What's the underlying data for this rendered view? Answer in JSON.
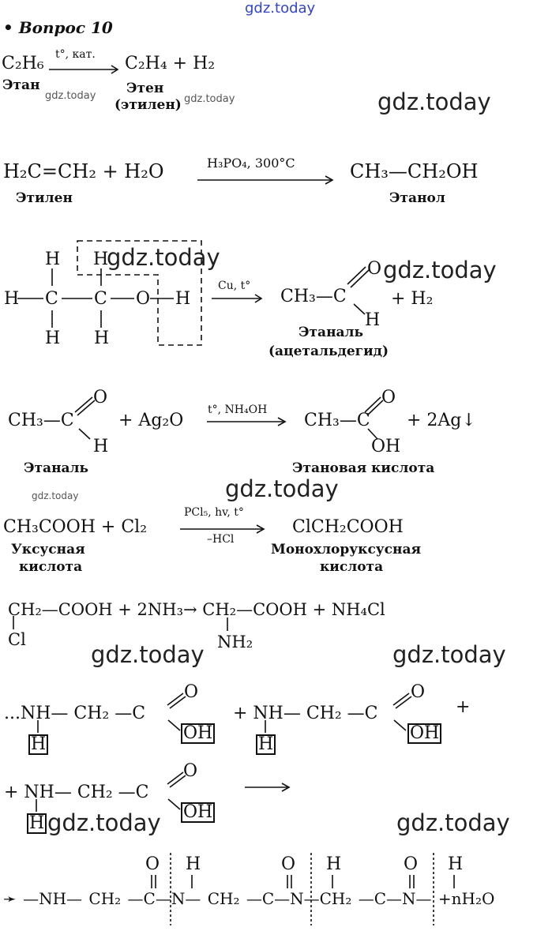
{
  "watermark": "gdz.today",
  "title": "• Вопрос 10",
  "eq1": {
    "reactant": "C₂H₆",
    "cond": "t°, кат.",
    "product": "C₂H₄ + H₂",
    "name_reactant": "Этан",
    "name_product": "Этен",
    "name_product2": "(этилен)"
  },
  "eq2": {
    "reactants": "H₂C=CH₂ + H₂O",
    "cond": "H₃PO₄, 300°C",
    "product": "CH₃—CH₂OH",
    "name_reactant": "Этилен",
    "name_product": "Этанол"
  },
  "eq3": {
    "H": "H",
    "C": "C",
    "O": "O",
    "cond": "Cu, t°",
    "product": "CH₃—C",
    "plus": "+ H₂",
    "name": "Этаналь",
    "name2": "(ацетальдегид)"
  },
  "eq4": {
    "reactant": "CH₃—C",
    "plus": "+ Ag₂O",
    "cond": "t°, NH₄OH",
    "product": "CH₃—C",
    "O": "O",
    "H": "H",
    "OH": "OH",
    "plus2": "+ 2Ag↓",
    "name_reactant": "Этаналь",
    "name_product": "Этановая кислота"
  },
  "eq5": {
    "reactants": "CH₃COOH + Cl₂",
    "cond": "PCl₅, hv, t°",
    "cond2": "–HCl",
    "product": "ClCH₂COOH",
    "name_r1": "Уксусная",
    "name_r2": "кислота",
    "name_p1": "Монохлоруксусная",
    "name_p2": "кислота"
  },
  "eq6": {
    "line": "CH₂—COOH + 2NH₃→ CH₂—COOH + NH₄Cl",
    "Cl": "Cl",
    "NH2": "NH₂"
  },
  "eq7": {
    "part1": "...NH— CH₂ —C",
    "part2": "+ NH— CH₂ —C",
    "plus": "+",
    "part3": "+ NH— CH₂ —C",
    "O": "O",
    "OH": "OH",
    "H": "H"
  },
  "eq8": {
    "chain": "➛ —NH— CH₂ —C—N— CH₂ —C—N—CH₂ —C—N— +nH₂O",
    "O": "O",
    "H": "H"
  }
}
